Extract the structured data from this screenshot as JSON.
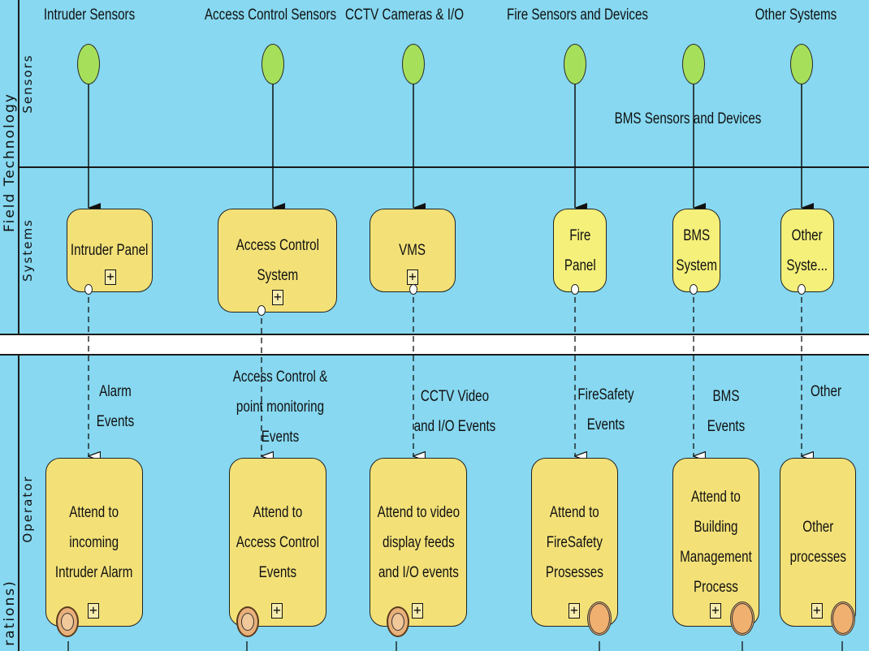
{
  "pools": {
    "field_technology": "Field Technology",
    "operations_partial": "rations)"
  },
  "lanes": {
    "sensors": "Sensors",
    "systems": "Systems",
    "operator": "Operator"
  },
  "columns": [
    {
      "heading": "Intruder Sensors",
      "system": [
        "Intruder Panel"
      ],
      "flow_label": [
        "Alarm",
        "Events"
      ],
      "task": [
        "Attend to",
        "incoming",
        "Intruder Alarm"
      ]
    },
    {
      "heading": "Access Control Sensors",
      "system": [
        "Access Control",
        "System"
      ],
      "flow_label": [
        "Access Control &",
        "point monitoring",
        "Events"
      ],
      "task": [
        "Attend to",
        "Access Control",
        "Events"
      ]
    },
    {
      "heading": "CCTV Cameras & I/O",
      "system": [
        "VMS"
      ],
      "flow_label": [
        "CCTV Video",
        "and I/O Events"
      ],
      "task": [
        "Attend to video",
        "display feeds",
        "and I/O events"
      ]
    },
    {
      "heading": "Fire Sensors and Devices",
      "system": [
        "Fire",
        "Panel"
      ],
      "flow_label": [
        "FireSafety",
        "Events"
      ],
      "task": [
        "Attend to",
        "FireSafety",
        "Prosesses"
      ]
    },
    {
      "heading": "",
      "system": [
        "BMS",
        "System"
      ],
      "flow_label": [
        "BMS",
        "Events"
      ],
      "task": [
        "Attend to",
        "Building",
        "Management",
        "Process"
      ]
    },
    {
      "heading": "Other Systems",
      "system": [
        "Other",
        "Syste..."
      ],
      "flow_label": [
        "Other"
      ],
      "task": [
        "Other",
        "processes"
      ]
    }
  ],
  "notes": {
    "bms_sensors": "BMS Sensors and Devices"
  },
  "icons": {
    "expand": "plus-box-icon",
    "timer": "timer-event-icon",
    "end": "end-event-icon",
    "start": "start-event-icon"
  },
  "colors": {
    "lane_fill": "#87d8f0",
    "task_fill": "#f3e178",
    "start_event_fill": "#a6e05a",
    "end_event_fill": "#f0b070"
  }
}
